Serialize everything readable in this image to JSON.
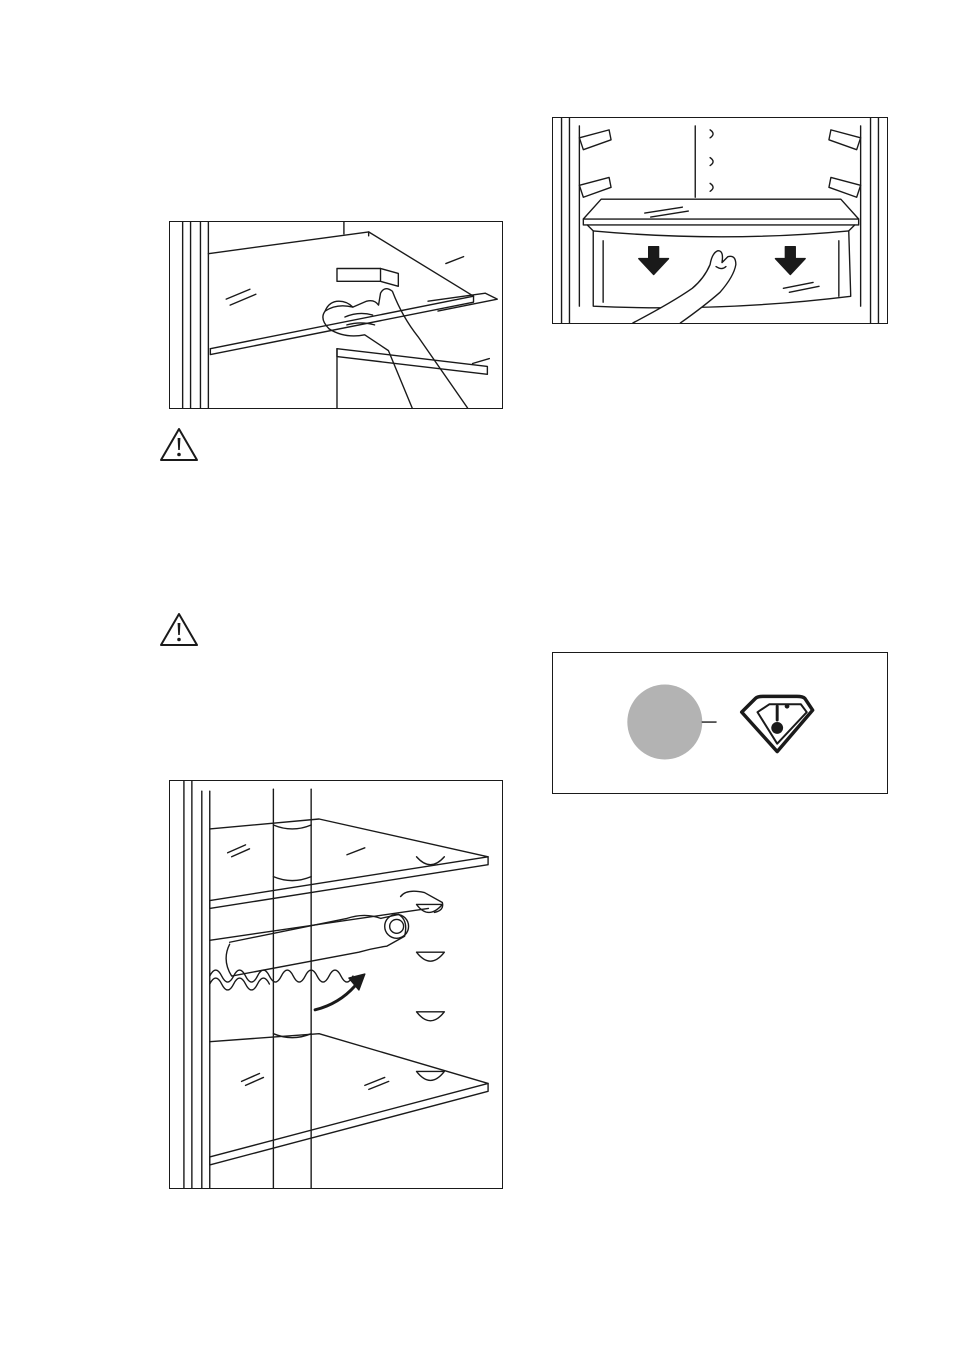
{
  "figures": {
    "shelf": {
      "icon": "hand-lifting-glass-shelf"
    },
    "bottle": {
      "icon": "bottle-rack-rotate-arrow"
    },
    "drawer": {
      "icon": "hand-pulling-crisper-drawer"
    },
    "indicator": {
      "icon": "temperature-indicator-symbol"
    }
  },
  "warnings": [
    {
      "icon": "warning-triangle-icon"
    },
    {
      "icon": "warning-triangle-icon"
    }
  ],
  "colors": {
    "line": "#1a1a1a",
    "indicator_dot": "#b3b3b3"
  }
}
